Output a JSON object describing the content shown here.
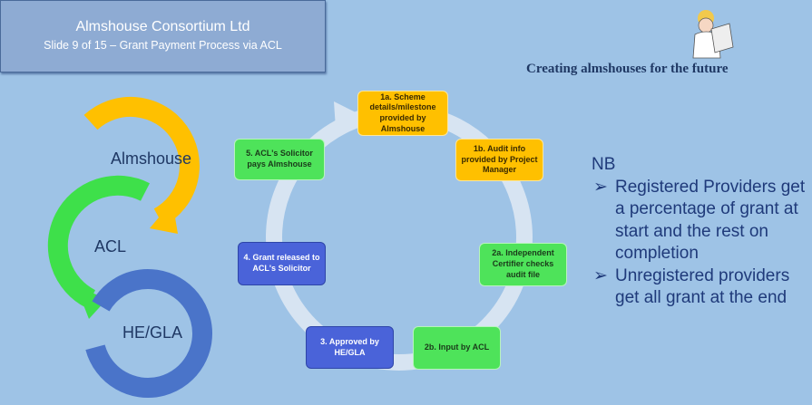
{
  "header": {
    "company": "Almshouse Consortium Ltd",
    "subtitle": "Slide 9 of 15 – Grant Payment Process via ACL"
  },
  "tagline": "Creating almshouses for the future",
  "left_flow": {
    "labels": [
      "Almshouse",
      "ACL",
      "HE/GLA"
    ],
    "colors": {
      "almshouse": "#ffc000",
      "acl": "#3ee04a",
      "heg": "#4a74c9"
    }
  },
  "cycle_steps": [
    {
      "id": "1a",
      "text": "1a.  Scheme details/milestone provided by Almshouse",
      "color": "#ffc000"
    },
    {
      "id": "1b",
      "text": "1b.  Audit info provided by Project Manager",
      "color": "#ffc000"
    },
    {
      "id": "2a",
      "text": "2a.  Independent Certifier checks audit file",
      "color": "#4ee35a"
    },
    {
      "id": "2b",
      "text": "2b.  Input by ACL",
      "color": "#4ee35a"
    },
    {
      "id": "3",
      "text": "3.  Approved by HE/GLA",
      "color": "#4a63d9"
    },
    {
      "id": "4",
      "text": "4.  Grant released to ACL's Solicitor",
      "color": "#4a63d9"
    },
    {
      "id": "5",
      "text": "5.  ACL's Solicitor pays Almshouse",
      "color": "#4ee35a"
    }
  ],
  "notes": {
    "heading": "NB",
    "bullets": [
      "Registered Providers get a percentage of grant at start and the rest on completion",
      "Unregistered providers get all grant at the end"
    ],
    "bullet_glyph": "➢"
  }
}
